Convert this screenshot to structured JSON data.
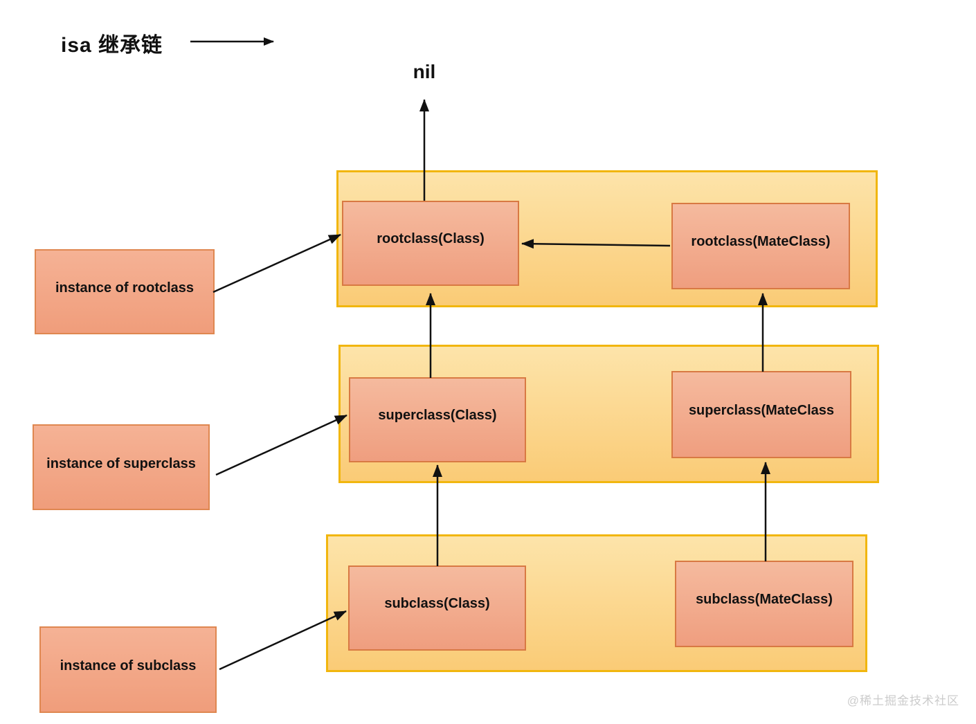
{
  "title": "isa 继承链",
  "nil_label": "nil",
  "rows": [
    {
      "class_box": "rootclass(Class)",
      "meta_box": "rootclass(MateClass)"
    },
    {
      "class_box": "superclass(Class)",
      "meta_box": "superclass(MateClass"
    },
    {
      "class_box": "subclass(Class)",
      "meta_box": "subclass(MateClass)"
    }
  ],
  "instances": [
    {
      "label": "instance of rootclass"
    },
    {
      "label": "instance of superclass"
    },
    {
      "label": "instance of subclass"
    }
  ],
  "watermark": "@稀土掘金技术社区",
  "colors": {
    "container_border": "#F1B60E",
    "container_fill_top": "#FDE4AA",
    "container_fill_bottom": "#FACB76",
    "box_border": "#D87943",
    "box_fill_top": "#F5BA9E",
    "box_fill_bottom": "#EF9E7F",
    "arrow": "#111111",
    "watermark_color": "#CCCCCC"
  }
}
